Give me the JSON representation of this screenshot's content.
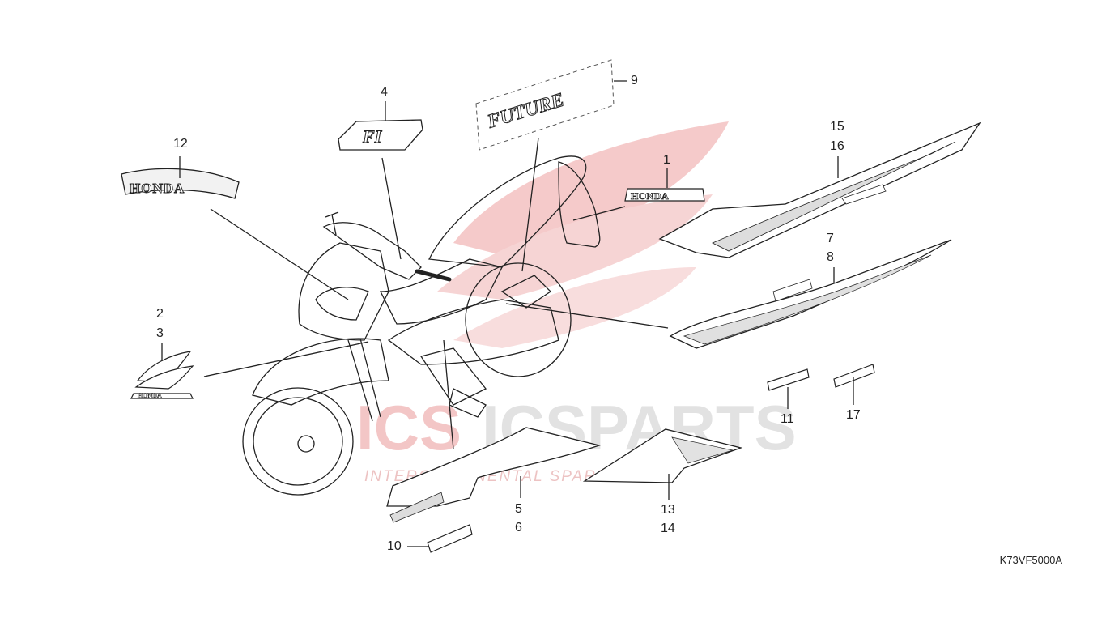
{
  "diagram": {
    "code": "K73VF5000A",
    "callouts": [
      "1",
      "2",
      "3",
      "4",
      "5",
      "6",
      "7",
      "8",
      "9",
      "10",
      "11",
      "12",
      "13",
      "14",
      "15",
      "16",
      "17"
    ],
    "decal_text": {
      "honda_emblem": "HONDA",
      "honda_wing": "HONDA",
      "honda_tank": "HONDA",
      "future": "FUTURE",
      "fi": "FI"
    },
    "watermark": {
      "brand": "ICSPARTS",
      "tagline": "INTERCONTINENTAL SPARE PARTS"
    },
    "colors": {
      "line": "#222222",
      "watermark_red": "#e8a3a3",
      "watermark_gray": "#d4d4d4"
    }
  }
}
